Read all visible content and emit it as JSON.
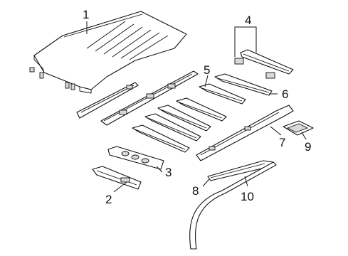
{
  "callouts": {
    "c1": "1",
    "c2": "2",
    "c3": "3",
    "c4": "4",
    "c5": "5",
    "c6": "6",
    "c7": "7",
    "c8": "8",
    "c9": "9",
    "c10": "10"
  },
  "colors": {
    "line": "#111111",
    "background": "#ffffff",
    "shade": "#d9d9d9"
  }
}
